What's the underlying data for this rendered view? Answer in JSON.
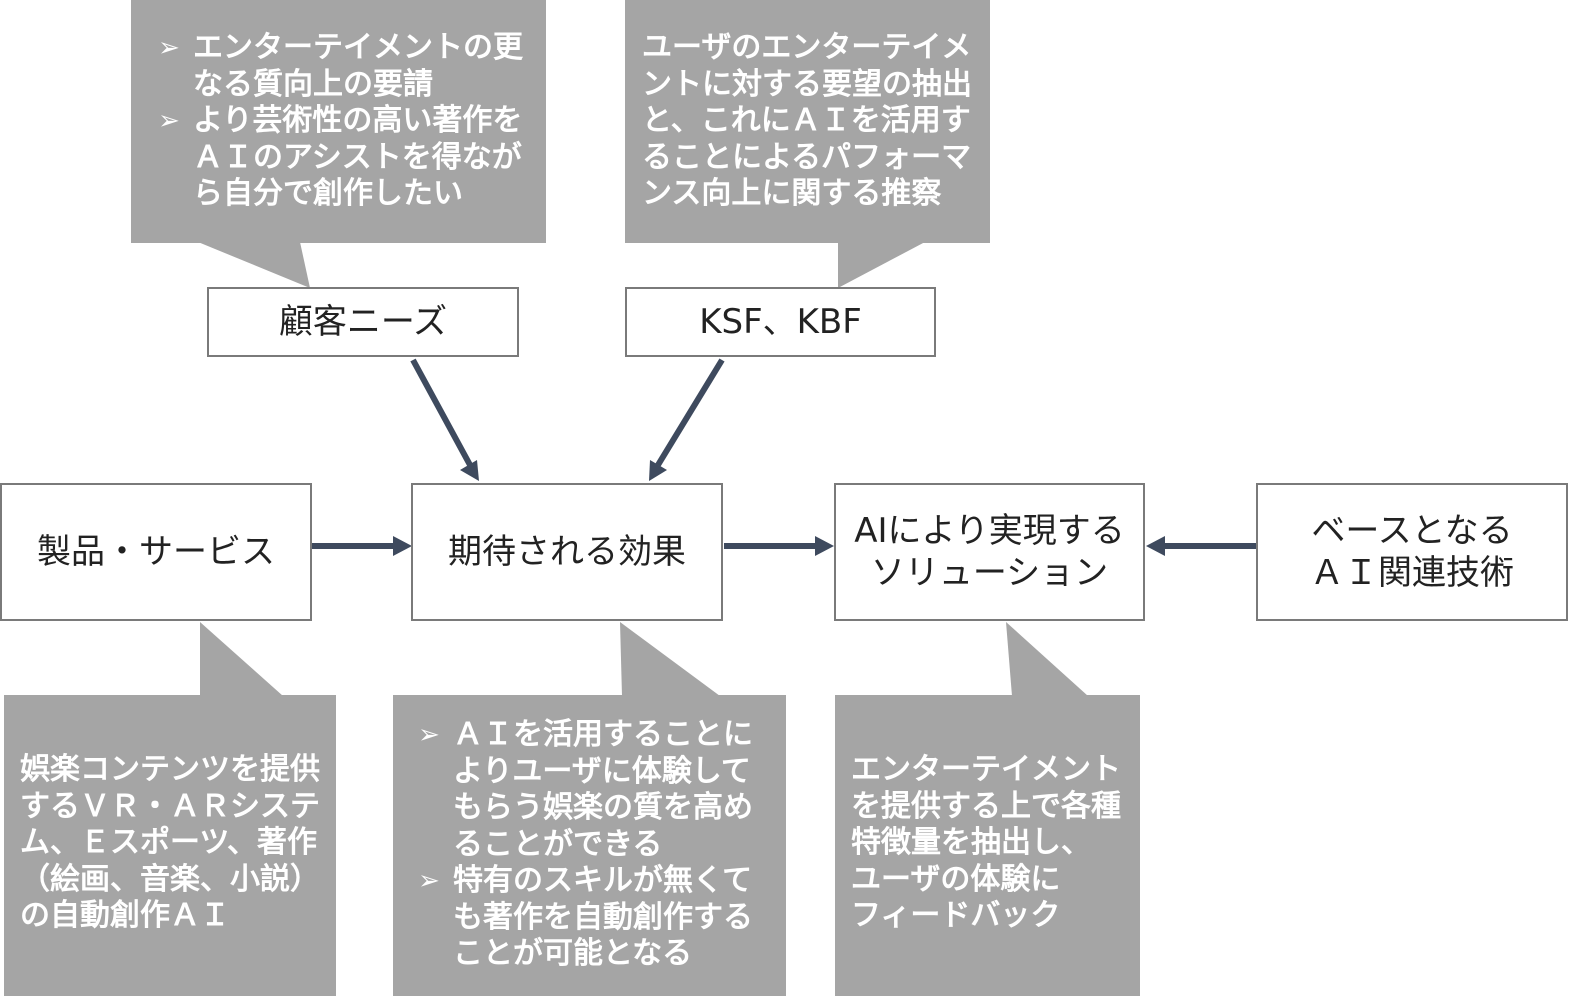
{
  "colors": {
    "callout_fill": "#a5a5a5",
    "box_border": "#7a7a7a",
    "arrow": "#3e4a5e"
  },
  "bullet_icon": "arrow-bullet-icon",
  "nodes": {
    "customer_needs": "顧客ニーズ",
    "ksf_kbf": "KSF、KBF",
    "product_service": "製品・サービス",
    "expected_effect": "期待される効果",
    "ai_solution": [
      "AIにより実現する",
      "ソリューション"
    ],
    "base_ai_tech": [
      "ベースとなる",
      "ＡＩ関連技術"
    ]
  },
  "callouts": {
    "customer_needs": {
      "bullets": [
        [
          "エンターテイメントの更",
          "なる質向上の要請"
        ],
        [
          "より芸術性の高い著作を",
          "ＡＩのアシストを得なが",
          "ら自分で創作したい"
        ]
      ]
    },
    "ksf_kbf": {
      "lines": [
        "ユーザのエンターテイメ",
        "ントに対する要望の抽出",
        "と、これにＡＩを活用す",
        "ることによるパフォーマ",
        "ンス向上に関する推察"
      ]
    },
    "product_service": {
      "lines": [
        "娯楽コンテンツを提供",
        "するＶＲ・ＡＲシステ",
        "ム、Ｅスポーツ、著作",
        "（絵画、音楽、小説）",
        "の自動創作ＡＩ"
      ]
    },
    "expected_effect": {
      "bullets": [
        [
          "ＡＩを活用することに",
          "よりユーザに体験して",
          "もらう娯楽の質を高め",
          "ることができる"
        ],
        [
          "特有のスキルが無くて",
          "も著作を自動創作する",
          "ことが可能となる"
        ]
      ]
    },
    "ai_solution": {
      "lines": [
        "エンターテイメント",
        "を提供する上で各種",
        "特徴量を抽出し、",
        "ユーザの体験に",
        "フィードバック"
      ]
    }
  }
}
